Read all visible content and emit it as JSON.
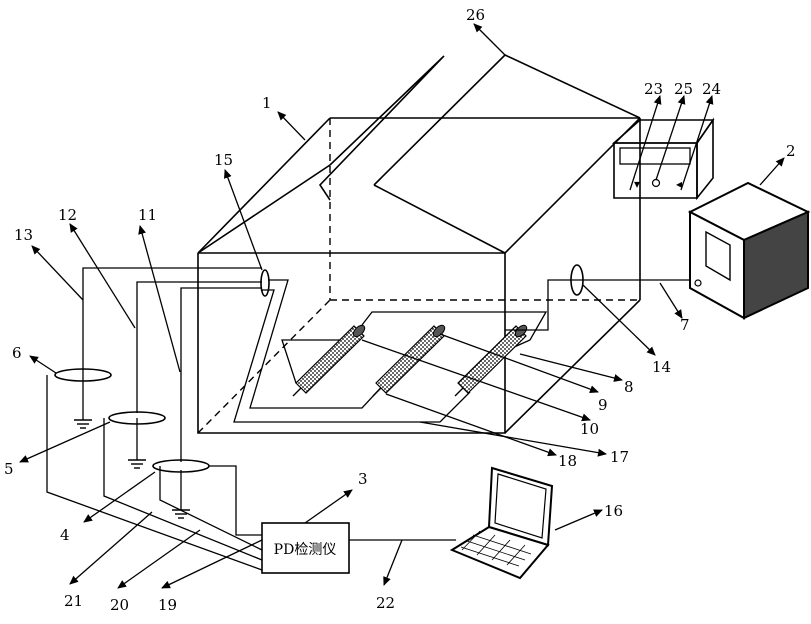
{
  "labels": {
    "n1": "1",
    "n2": "2",
    "n3": "3",
    "n4": "4",
    "n5": "5",
    "n6": "6",
    "n7": "7",
    "n8": "8",
    "n9": "9",
    "n10": "10",
    "n11": "11",
    "n12": "12",
    "n13": "13",
    "n14": "14",
    "n15": "15",
    "n16": "16",
    "n17": "17",
    "n18": "18",
    "n19": "19",
    "n20": "20",
    "n21": "21",
    "n22": "22",
    "n23": "23",
    "n24": "24",
    "n25": "25",
    "n26": "26"
  },
  "pd_detector": {
    "label": "PD检测仪"
  },
  "icons": {
    "computer": "computer-tower-icon",
    "laptop": "laptop-icon",
    "ground": "ground-symbol-icon"
  }
}
